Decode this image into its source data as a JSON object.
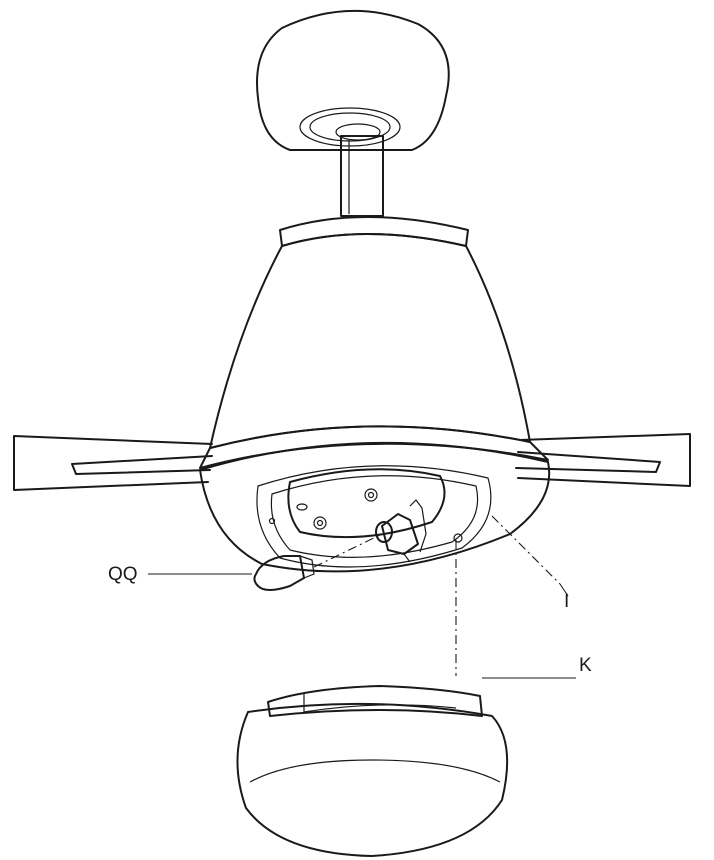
{
  "labels": {
    "qq": "QQ",
    "i": "I",
    "k": "K"
  },
  "colors": {
    "line": "#1a1a1a",
    "fill": "#ffffff"
  }
}
